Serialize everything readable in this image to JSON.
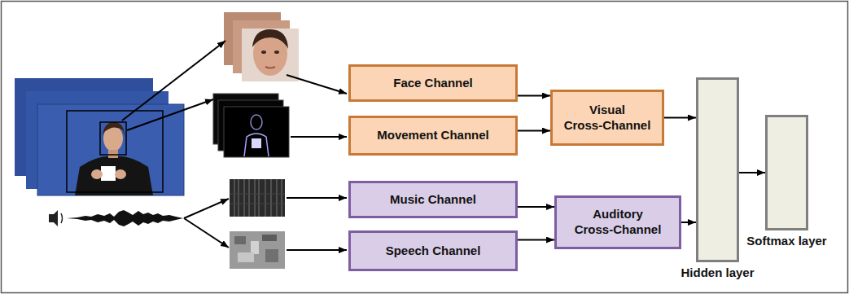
{
  "diagram": {
    "nodes": [
      {
        "text": [
          "Face Channel"
        ]
      },
      {
        "text": [
          "Movement Channel"
        ]
      },
      {
        "text": [
          "Visual Cross-Channel"
        ]
      },
      {
        "text": [
          "Music Channel"
        ]
      },
      {
        "text": [
          "Speech Channel"
        ]
      },
      {
        "text": [
          "Auditory Cross-Channel"
        ]
      },
      {
        "text": [
          "Hidden layer"
        ]
      },
      {
        "text": [
          "Softmax layer"
        ]
      }
    ],
    "edges": [
      {
        "from": 0,
        "to": 2,
        "arrow": "to"
      },
      {
        "from": 1,
        "to": 2,
        "arrow": "to"
      },
      {
        "from": 3,
        "to": 5,
        "arrow": "to"
      },
      {
        "from": 4,
        "to": 5,
        "arrow": "to"
      },
      {
        "from": 2,
        "to": 6,
        "arrow": "to"
      },
      {
        "from": 5,
        "to": 6,
        "arrow": "to"
      },
      {
        "from": 6,
        "to": 7,
        "arrow": "to"
      }
    ]
  }
}
